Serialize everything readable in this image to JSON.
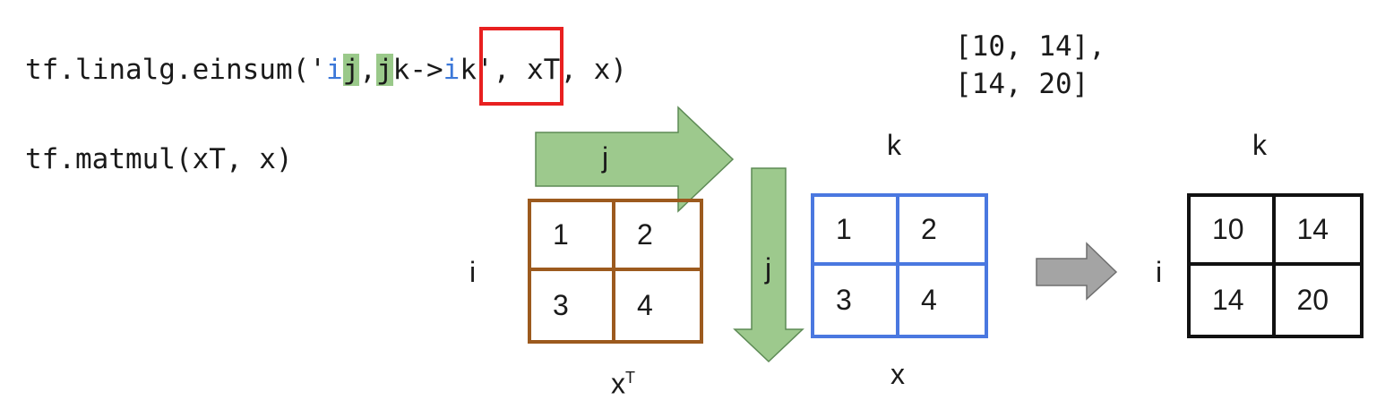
{
  "code": {
    "einsum_prefix": "tf.linalg.einsum('",
    "sub_i1": "i",
    "sub_j1": "j",
    "comma": ",",
    "sub_j2": "j",
    "sub_k1": "k",
    "dash": "-",
    "arrow_gt": ">",
    "sub_i2": "i",
    "sub_k2": "k",
    "quote": "'",
    "einsum_suffix": ", xT, x)",
    "matmul": "tf.matmul(xT, x)"
  },
  "result_text": {
    "line1": "[10, 14],",
    "line2": "[14, 20]"
  },
  "axis_labels": {
    "arrow_j_horizontal": "j",
    "arrow_j_vertical": "j",
    "xT_row": "i",
    "x_col": "k",
    "result_col": "k",
    "result_row": "i"
  },
  "matrices": {
    "xT": {
      "name": "x",
      "superscript": "T",
      "cells": [
        "1",
        "2",
        "3",
        "4"
      ]
    },
    "x": {
      "name": "x",
      "cells": [
        "1",
        "2",
        "3",
        "4"
      ]
    },
    "result": {
      "cells": [
        "10",
        "14",
        "14",
        "20"
      ]
    }
  },
  "colors": {
    "xT_border": "#9c5a1e",
    "x_border": "#4a78e0",
    "result_border": "#111111",
    "arrow_green_fill": "#9dc98d",
    "arrow_green_stroke": "#5d8a55",
    "arrow_gray_fill": "#a4a4a4",
    "highlight_red": "#e82020"
  }
}
